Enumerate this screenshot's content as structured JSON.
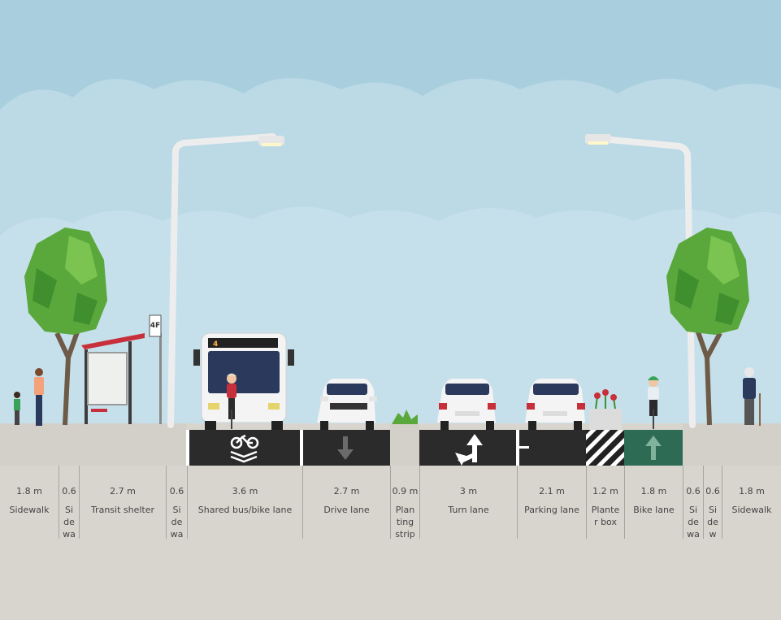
{
  "segments": [
    {
      "width": "1.8 m",
      "name": "Sidewalk"
    },
    {
      "width": "0.6",
      "name": "Sidewalk"
    },
    {
      "width": "2.7 m",
      "name": "Transit shelter"
    },
    {
      "width": "0.6",
      "name": "Sidewalk"
    },
    {
      "width": "3.6 m",
      "name": "Shared bus/bike lane"
    },
    {
      "width": "2.7 m",
      "name": "Drive lane"
    },
    {
      "width": "0.9 m",
      "name": "Planting strip"
    },
    {
      "width": "3 m",
      "name": "Turn lane"
    },
    {
      "width": "2.1 m",
      "name": "Parking lane"
    },
    {
      "width": "1.2 m",
      "name": "Planter box"
    },
    {
      "width": "1.8 m",
      "name": "Bike lane"
    },
    {
      "width": "0.6",
      "name": "Sidewalk"
    },
    {
      "width": "0.6",
      "name": "Sidewalk"
    },
    {
      "width": "1.8 m",
      "name": "Sidewalk"
    }
  ],
  "bus": {
    "route": "4"
  },
  "stop_sign": {
    "text": "4F"
  },
  "colors": {
    "sky": "#a9cfdf",
    "clouds": "#c3deea",
    "ground": "#d8d5cf",
    "asphalt": "#2b2b2b",
    "bike_lane": "#2e6b55",
    "tree": "#5aa83c",
    "shelter_roof": "#c7303a"
  },
  "icons": [
    "shared-bus-bike-marking-icon",
    "down-arrow-icon",
    "turn-arrow-icon",
    "up-arrow-icon"
  ]
}
